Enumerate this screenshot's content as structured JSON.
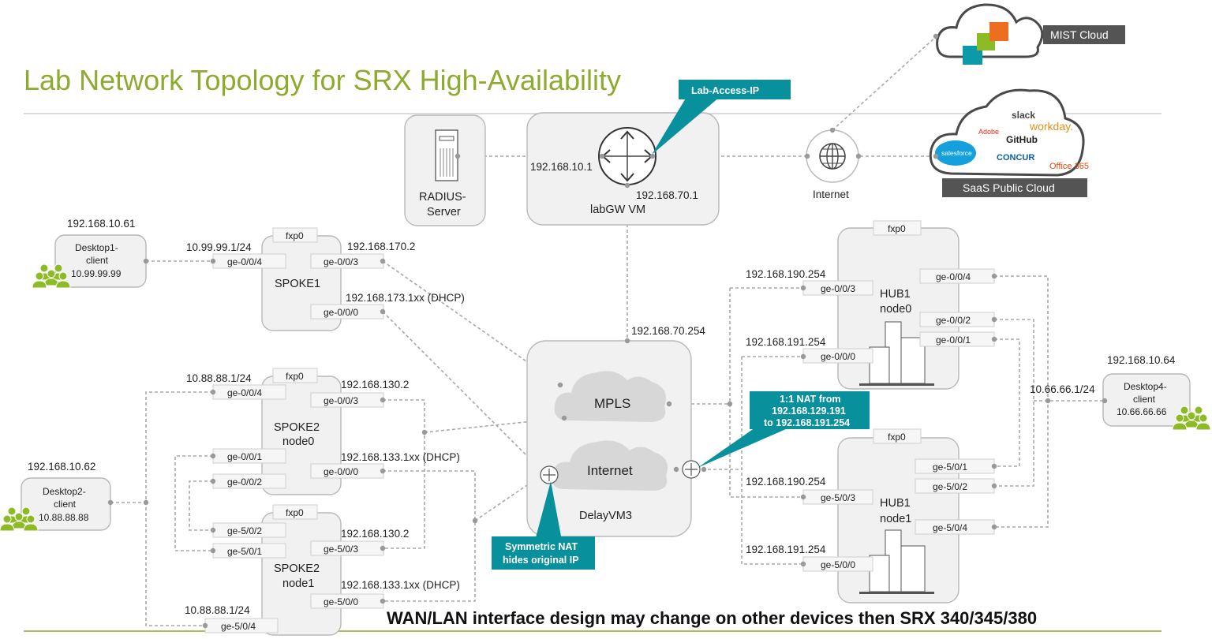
{
  "title": "Lab Network Topology for SRX High-Availability",
  "footer": "WAN/LAN interface design may change on other devices then SRX 340/345/380",
  "clouds": {
    "mist": "MIST Cloud",
    "saas": "SaaS Public Cloud",
    "saas_apps": [
      "slack",
      "Adobe",
      "workday.",
      "GitHub",
      "salesforce",
      "CONCUR",
      "Office 365"
    ]
  },
  "callouts": {
    "lab_access": "Lab-Access-IP",
    "nat_1to1": [
      "1:1 NAT from",
      "192.168.129.191",
      "to 192.168.191.254"
    ],
    "sym_nat": [
      "Symmetric NAT",
      "hides original IP"
    ]
  },
  "nodes": {
    "radius": [
      "RADIUS-",
      "Server"
    ],
    "labgw": "labGW VM",
    "internet_globe": "Internet",
    "delayvm": "DelayVM3",
    "mpls": "MPLS",
    "internet_cloud": "Internet",
    "spoke1": "SPOKE1",
    "spoke2n0": [
      "SPOKE2",
      "node0"
    ],
    "spoke2n1": [
      "SPOKE2",
      "node1"
    ],
    "hub1n0": [
      "HUB1",
      "node0"
    ],
    "hub1n1": [
      "HUB1",
      "node1"
    ],
    "fxp0": "fxp0"
  },
  "desktops": {
    "d1": {
      "ip": "192.168.10.61",
      "name": [
        "Desktop1-",
        "client"
      ],
      "addr": "10.99.99.99"
    },
    "d2": {
      "ip": "192.168.10.62",
      "name": [
        "Desktop2-",
        "client"
      ],
      "addr": "10.88.88.88"
    },
    "d4": {
      "ip": "192.168.10.64",
      "name": [
        "Desktop4-",
        "client"
      ],
      "addr": "10.66.66.66"
    }
  },
  "ips": {
    "gw_left": "192.168.10.1",
    "gw_bottom": "192.168.70.1",
    "delay_top": "192.168.70.254",
    "s1_lan": "10.99.99.1/24",
    "s1_wan1": "192.168.170.2",
    "s1_wan2": "192.168.173.1xx (DHCP)",
    "s2_lan0": "10.88.88.1/24",
    "s2n0_wan1": "192.168.130.2",
    "s2n0_wan2": "192.168.133.1xx (DHCP)",
    "s2n1_wan1": "192.168.130.2",
    "s2n1_wan2": "192.168.133.1xx (DHCP)",
    "s2_lan1": "10.88.88.1/24",
    "h_n0_p3": "192.168.190.254",
    "h_n0_p0": "192.168.191.254",
    "h_n1_p3": "192.168.190.254",
    "h_n1_p0": "192.168.191.254",
    "hub_lan": "10.66.66.1/24"
  },
  "ports": {
    "s1": [
      "ge-0/0/4",
      "ge-0/0/3",
      "ge-0/0/0"
    ],
    "s2n0": [
      "ge-0/0/4",
      "ge-0/0/3",
      "ge-0/0/1",
      "ge-0/0/0",
      "ge-0/0/2"
    ],
    "s2n1": [
      "ge-5/0/2",
      "ge-5/0/3",
      "ge-5/0/1",
      "ge-5/0/0",
      "ge-5/0/4"
    ],
    "h0_left": [
      "ge-0/0/3",
      "ge-0/0/0"
    ],
    "h0_right": [
      "ge-0/0/4",
      "ge-0/0/2",
      "ge-0/0/1"
    ],
    "h1_left": [
      "ge-5/0/3",
      "ge-5/0/0"
    ],
    "h1_right": [
      "ge-5/0/1",
      "ge-5/0/2",
      "ge-5/0/4"
    ]
  },
  "colors": {
    "title": "#8dab2e",
    "callout": "#08909c",
    "people": "#8dbb25",
    "dark_label": "#545454"
  }
}
